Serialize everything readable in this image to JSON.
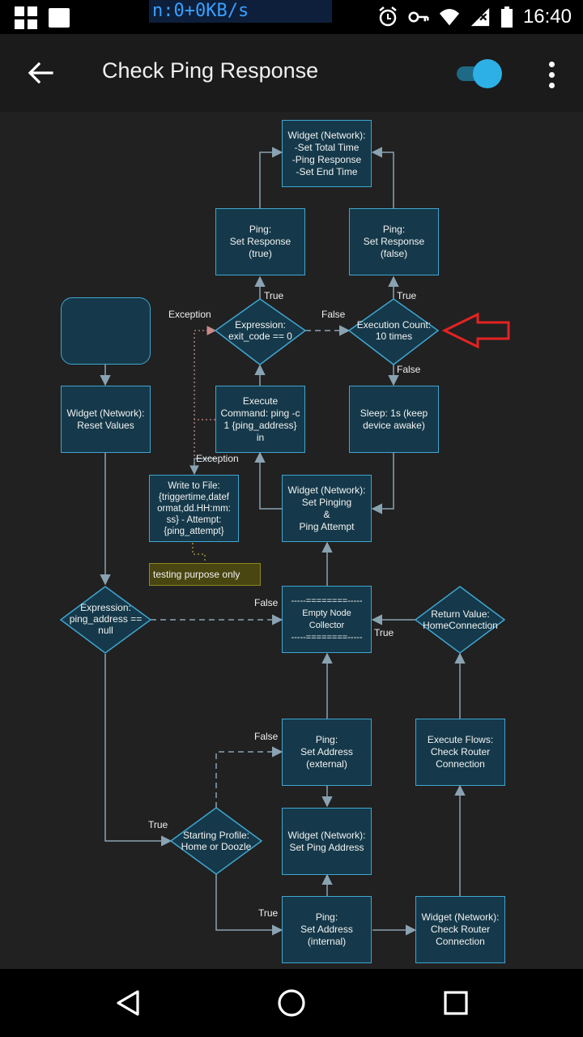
{
  "status_bar": {
    "net_speed": "n:0+0KB/s",
    "time": "16:40"
  },
  "app_bar": {
    "title": "Check Ping Response",
    "toggle_on": true
  },
  "flow": {
    "nodes": {
      "widget_top": "Widget (Network):\n-Set Total Time\n-Ping Response\n-Set End Time",
      "ping_true": "Ping:\nSet Response\n(true)",
      "ping_false": "Ping:\nSet Response\n(false)",
      "expr_exit": "Expression:\nexit_code == 0",
      "exec_count": "Execution Count:\n10 times",
      "start_block": "",
      "reset_values": "Widget (Network):\nReset Values",
      "execute_cmd": "Execute\nCommand: ping -c\n1 {ping_address}\nin",
      "sleep": "Sleep: 1s (keep\ndevice awake)",
      "write_file": "Write to File:\n{triggertime,datef\normat,dd.HH:mm:\nss} - Attempt:\n{ping_attempt}",
      "set_pinging": "Widget (Network):\nSet Pinging\n&\nPing Attempt",
      "note": "testing purpose only",
      "expr_ping": "Expression:\nping_address ==\nnull",
      "empty_collector": "-----========-----\nEmpty Node\nCollector\n-----========-----",
      "return_value": "Return Value:\nHomeConnection",
      "ping_external": "Ping:\nSet Address\n(external)",
      "execute_flows": "Execute Flows:\nCheck Router\nConnection",
      "starting_profile": "Starting Profile:\nHome or Doozle",
      "set_ping_address": "Widget (Network):\nSet Ping Address",
      "ping_internal": "Ping:\nSet Address\n(internal)",
      "check_router": "Widget (Network):\nCheck Router\nConnection"
    },
    "edge_labels": {
      "true_1": "True",
      "true_2": "True",
      "false_1": "False",
      "false_2": "False",
      "exception_1": "Exception",
      "exception_2": "Exception",
      "false_3": "False",
      "true_3": "True",
      "false_4": "False",
      "true_4": "True",
      "true_5": "True"
    }
  }
}
